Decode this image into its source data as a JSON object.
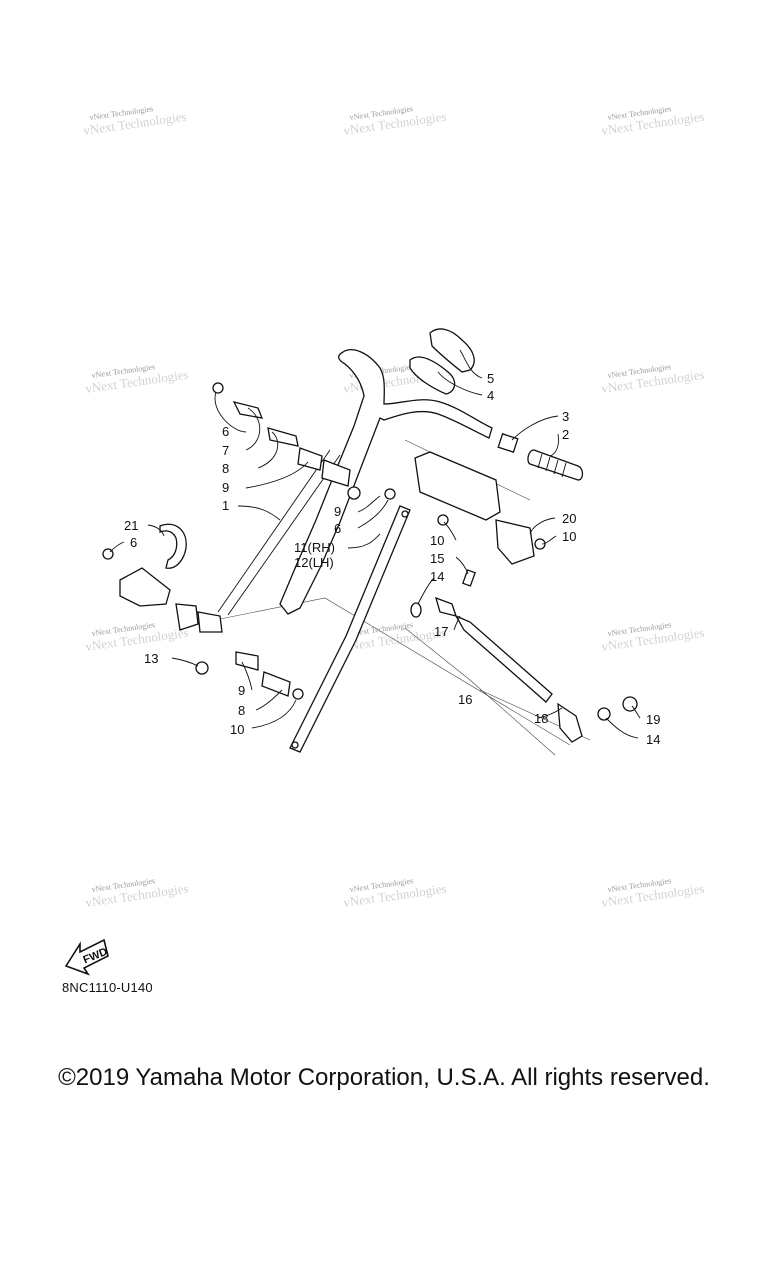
{
  "watermark": "vNext Technologies",
  "callouts": {
    "c1": "1",
    "c2": "2",
    "c3": "3",
    "c4": "4",
    "c5": "5",
    "c6a": "6",
    "c6b": "6",
    "c6c": "6",
    "c7": "7",
    "c8a": "8",
    "c8b": "8",
    "c9a": "9",
    "c9b": "9",
    "c9c": "9",
    "c10a": "10",
    "c10b": "10",
    "c10c": "10",
    "c11": "11(RH)",
    "c12": "12(LH)",
    "c13": "13",
    "c14a": "14",
    "c14b": "14",
    "c15": "15",
    "c16": "16",
    "c17": "17",
    "c18": "18",
    "c19": "19",
    "c20": "20",
    "c21": "21"
  },
  "fwd_label": "FWD",
  "diagram_code": "8NC1110-U140",
  "copyright": "©2019 Yamaha Motor Corporation, U.S.A. All rights reserved."
}
